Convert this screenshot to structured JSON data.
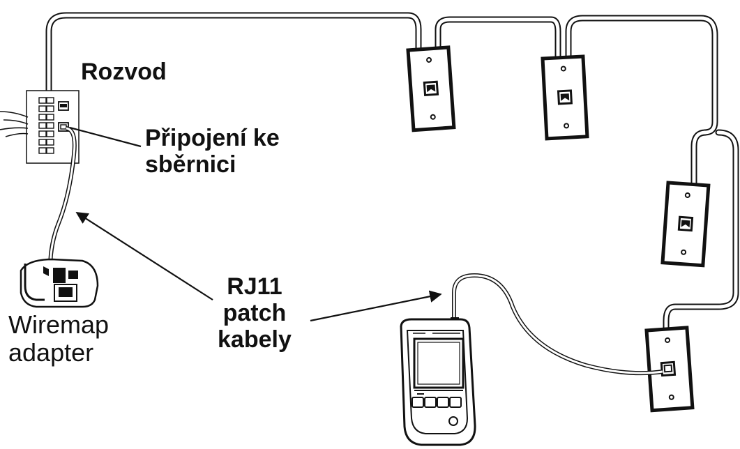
{
  "labels": {
    "distribution": "Rozvod",
    "bus_connection_line1": "Připojení ke",
    "bus_connection_line2": "sběrnici",
    "wiremap_line1": "Wiremap",
    "wiremap_line2": "adapter",
    "patch_line1": "RJ11",
    "patch_line2": "patch",
    "patch_line3": "kabely"
  },
  "colors": {
    "line": "#111111",
    "plate": "#ffffff",
    "background": "#ffffff"
  }
}
